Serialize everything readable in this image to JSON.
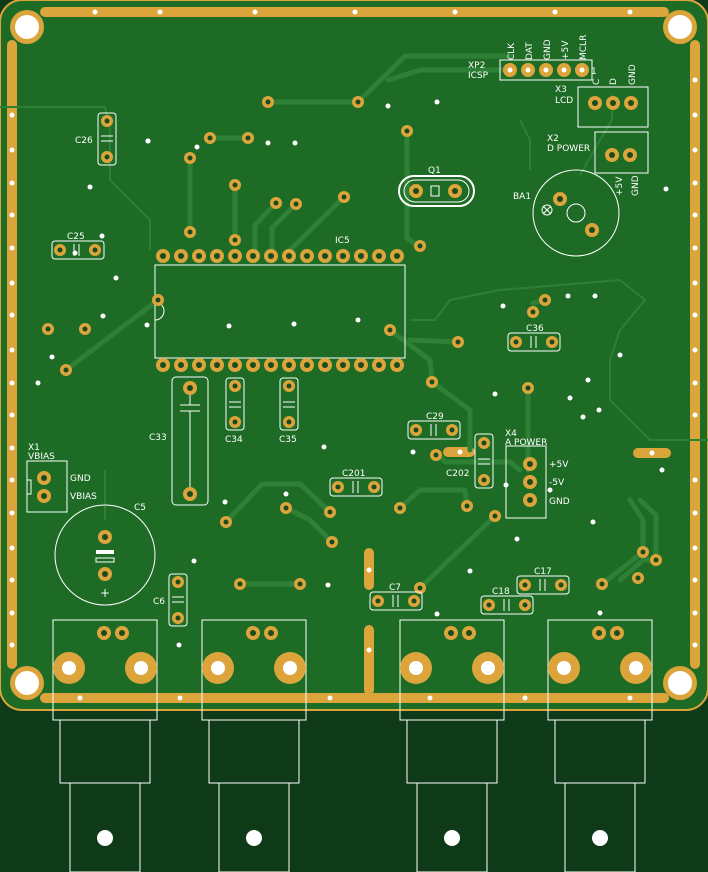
{
  "board": {
    "colors": {
      "background": "#0e3a18",
      "board": "#1e6b26",
      "copper": "#dba53c",
      "trace": "#2d8035",
      "silk": "#ffffff",
      "pad_hole": "#1a4a1e",
      "drill": "#ffffff"
    }
  },
  "labels": {
    "xp2": "XP2",
    "icsp": "ICSP",
    "clk": "CLK",
    "dat": "DAT",
    "gnd_xp2": "GND",
    "v5_xp2": "+5V",
    "mclr": "MCLR",
    "x3": "X3",
    "lcd": "LCD",
    "x3_c": "C",
    "x3_d": "D",
    "x3_gnd": "GND",
    "x3_pin1": "1",
    "x2": "X2",
    "d_power": "D POWER",
    "x2_5v": "+5V",
    "x2_gnd": "GND",
    "c26": "C26",
    "q1": "Q1",
    "ba1": "BA1",
    "c25": "C25",
    "ic5": "IC5",
    "c36": "C36",
    "c33": "C33",
    "c34": "C34",
    "c35": "C35",
    "c29": "C29",
    "x4": "X4",
    "a_power": "A POWER",
    "x4_p5v": "+5V",
    "x4_m5v": "-5V",
    "x4_gnd": "GND",
    "c202": "C202",
    "c201": "C201",
    "x1": "X1",
    "vbias_title": "VBIAS",
    "x1_gnd": "GND",
    "x1_vbias": "VBIAS",
    "c5": "C5",
    "c5_plus": "+",
    "c6": "C6",
    "c7": "C7",
    "c17": "C17",
    "c18": "C18"
  }
}
